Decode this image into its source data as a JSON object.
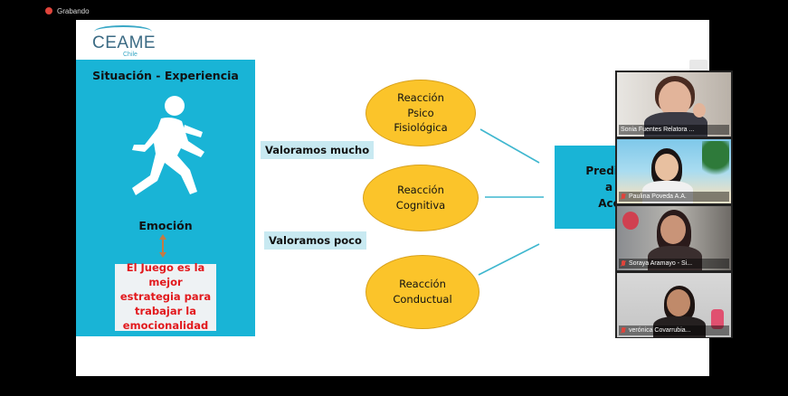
{
  "recording": {
    "label": "Grabando"
  },
  "slide": {
    "logo": {
      "name": "CEAME",
      "sub": "Chile"
    },
    "left_panel": {
      "title": "Situación - Experiencia",
      "emotion_label": "Emoción",
      "game_text": "El Juego es la mejor estrategia para trabajar la emocionalidad"
    },
    "value_labels": {
      "high": "Valoramos mucho",
      "low": "Valoramos poco"
    },
    "reactions": [
      {
        "line1": "Reacción",
        "line2": "Psico",
        "line3": "Fisiológica"
      },
      {
        "line1": "Reacción",
        "line2": "Cognitiva"
      },
      {
        "line1": "Reacción",
        "line2": "Conductual"
      }
    ],
    "predisposition": {
      "line1": "Predisp",
      "line2": "a",
      "line3": "Acc"
    }
  },
  "participants": [
    {
      "name": "Sonia Fuentes Relatora ...",
      "muted": false,
      "active": true
    },
    {
      "name": "Paulina Poveda A.A.",
      "muted": true,
      "active": false
    },
    {
      "name": "Soraya Aramayo - Si...",
      "muted": true,
      "active": false
    },
    {
      "name": "verónica Covarrubia...",
      "muted": true,
      "active": false
    }
  ],
  "colors": {
    "panel": "#19b4d6",
    "oval": "#fbc42a",
    "alert_text": "#e2191d",
    "active_speaker": "#7ed321"
  }
}
